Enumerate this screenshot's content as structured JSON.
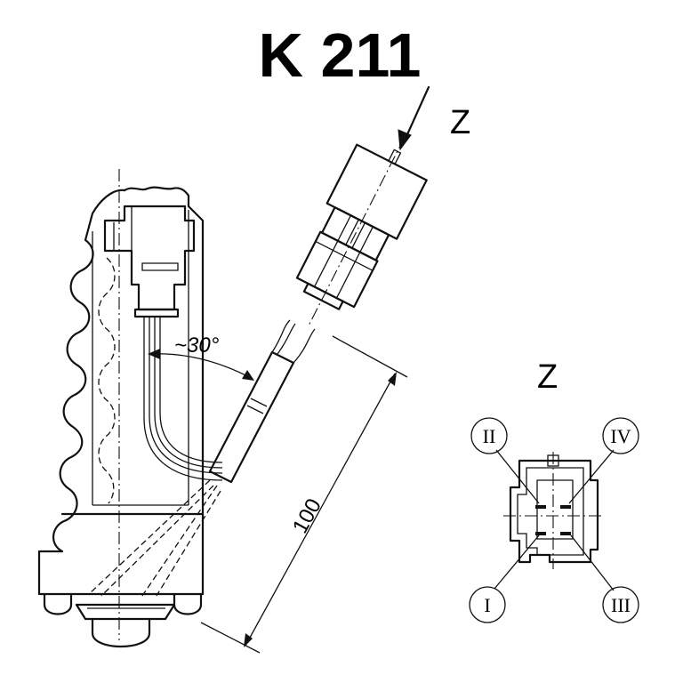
{
  "title": "K 211",
  "view_label_arrow": "Z",
  "view_label_detail": "Z",
  "angle_label": "~30°",
  "length_label": "100",
  "pins": {
    "top_left": "II",
    "top_right": "IV",
    "bottom_left": "I",
    "bottom_right": "III"
  }
}
